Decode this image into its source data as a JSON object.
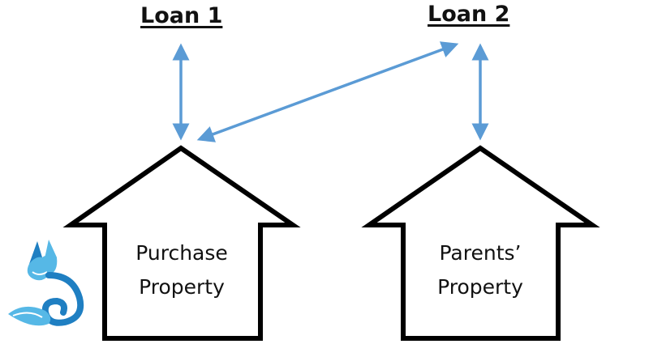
{
  "loans": {
    "loan1_label": "Loan 1",
    "loan2_label": "Loan 2"
  },
  "houses": {
    "purchase": {
      "line1": "Purchase",
      "line2": "Property"
    },
    "parents": {
      "line1": "Parents’",
      "line2": "Property"
    }
  },
  "icons": {
    "arrow": "double-headed-arrow-icon",
    "house": "house-outline-icon",
    "logo": "fox-logo-icon"
  },
  "colors": {
    "arrow": "#5B9BD5",
    "outline": "#000000",
    "logo_light": "#56B8E6",
    "logo_dark": "#1F7FC2"
  }
}
